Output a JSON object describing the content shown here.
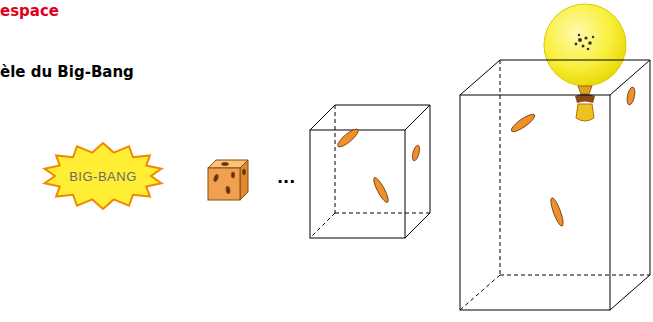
{
  "diagram": {
    "nodes": [
      {
        "text": [
          "BIG-BANG"
        ]
      }
    ],
    "labels": [
      "espace",
      "èle du Big-Bang",
      "..."
    ]
  }
}
